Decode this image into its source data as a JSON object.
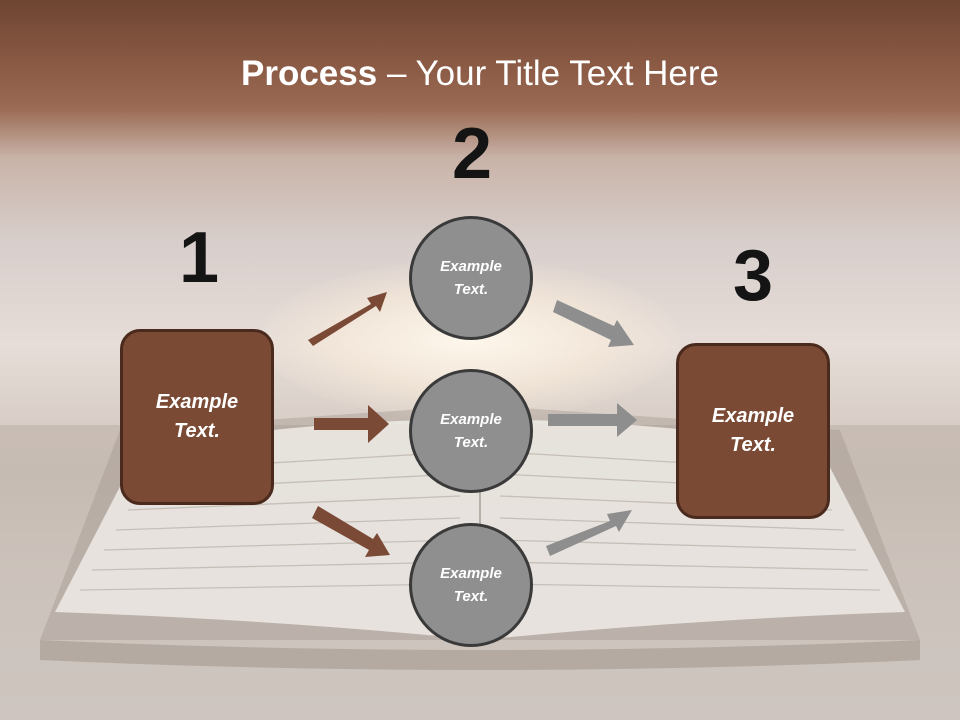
{
  "slide": {
    "title_bold": "Process",
    "title_rest": " – Your Title Text Here"
  },
  "steps": {
    "one": {
      "number": "1",
      "text": "Example Text."
    },
    "two": {
      "number": "2",
      "circles": [
        "Example Text.",
        "Example Text.",
        "Example Text."
      ]
    },
    "three": {
      "number": "3",
      "text": "Example Text."
    }
  },
  "colors": {
    "brown_box": "#7a4a35",
    "grey_circle": "#8f8f8f",
    "brown_arrow": "#7b4a37",
    "grey_arrow": "#8e8e8e"
  }
}
